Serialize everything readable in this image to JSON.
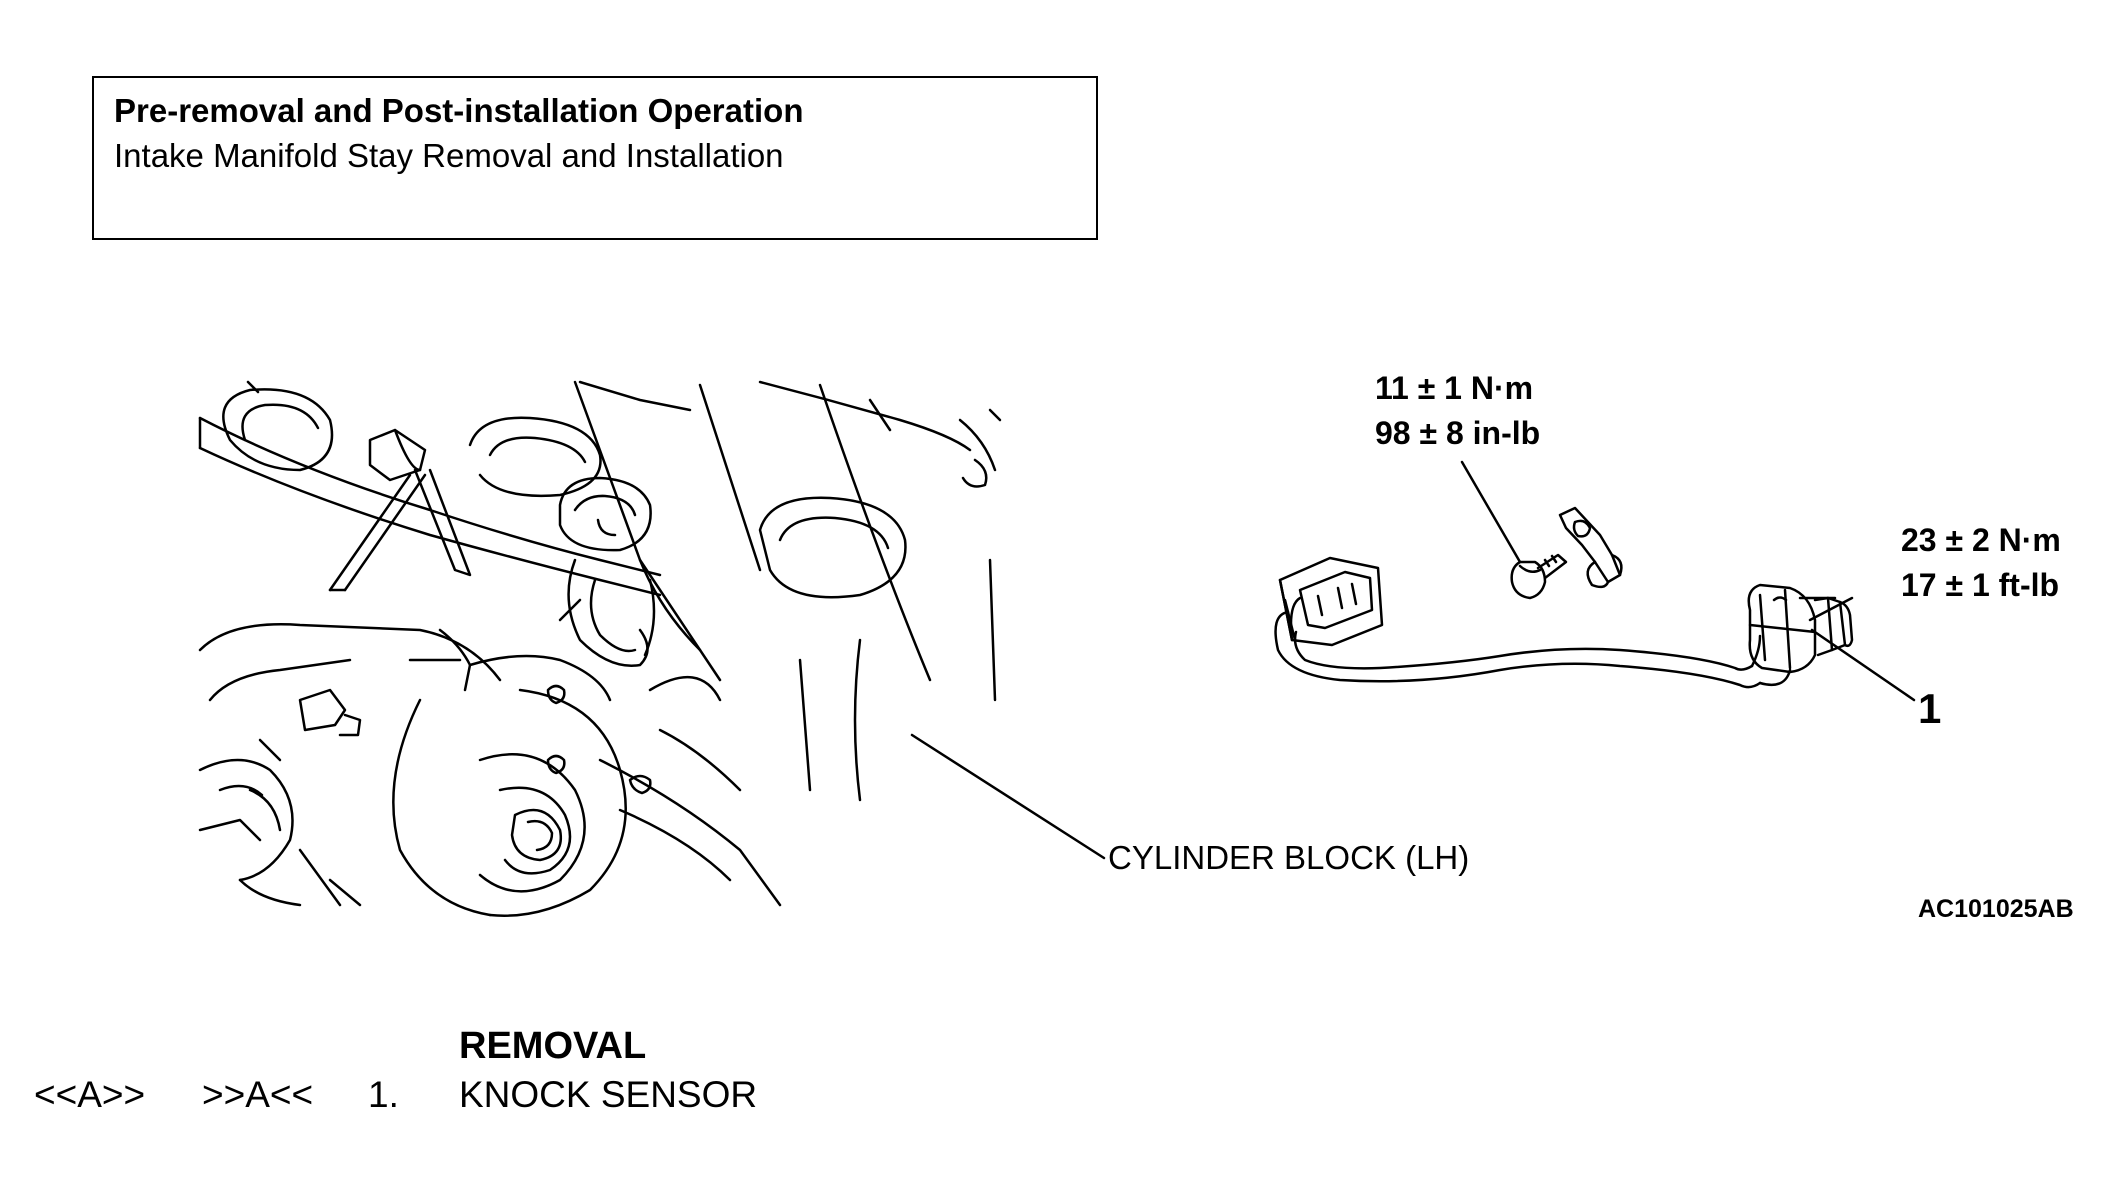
{
  "header_box": {
    "title": "Pre-removal and Post-installation Operation",
    "subtitle": "Intake Manifold Stay Removal and Installation"
  },
  "illustration": {
    "bolt_torque": {
      "metric": "11 ± 1 N·m",
      "imperial": "98 ± 8 in-lb"
    },
    "sensor_torque": {
      "metric": "23 ± 2 N·m",
      "imperial": "17 ± 1 ft-lb"
    },
    "sensor_callout_number": "1",
    "cylinder_block_label": "CYLINDER BLOCK (LH)",
    "figure_id": "AC101025AB"
  },
  "removal": {
    "heading": "REMOVAL",
    "steps": [
      {
        "removal_ref": "<<A>>",
        "installation_ref": ">>A<<",
        "number": "1.",
        "name": "KNOCK SENSOR"
      }
    ]
  }
}
